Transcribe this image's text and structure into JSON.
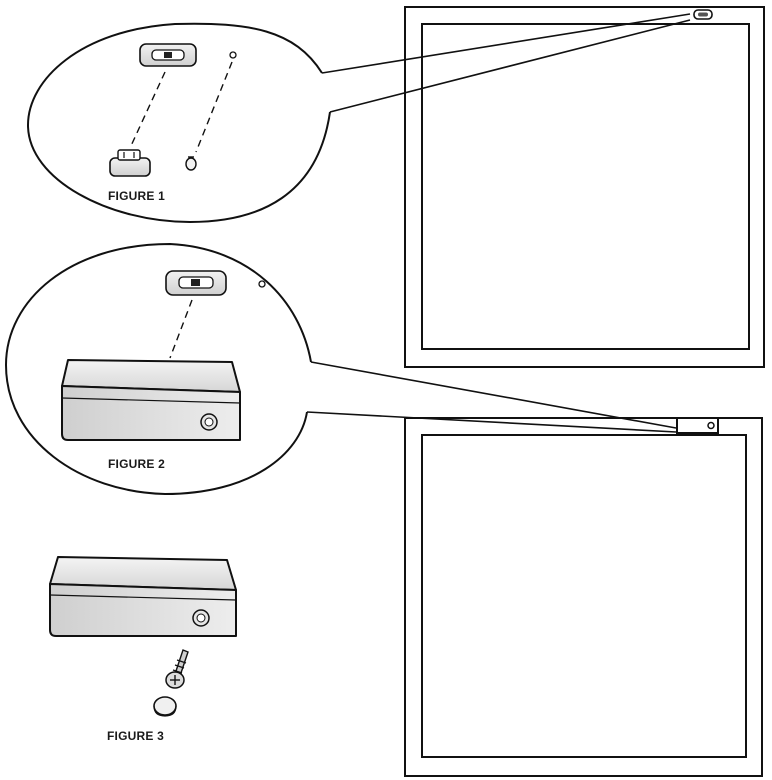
{
  "figures": {
    "figure1_label": "FIGURE 1",
    "figure2_label": "FIGURE 2",
    "figure3_label": "FIGURE 3"
  },
  "colors": {
    "line": "#111111",
    "background": "#ffffff",
    "shade": "#d9d9d9"
  }
}
